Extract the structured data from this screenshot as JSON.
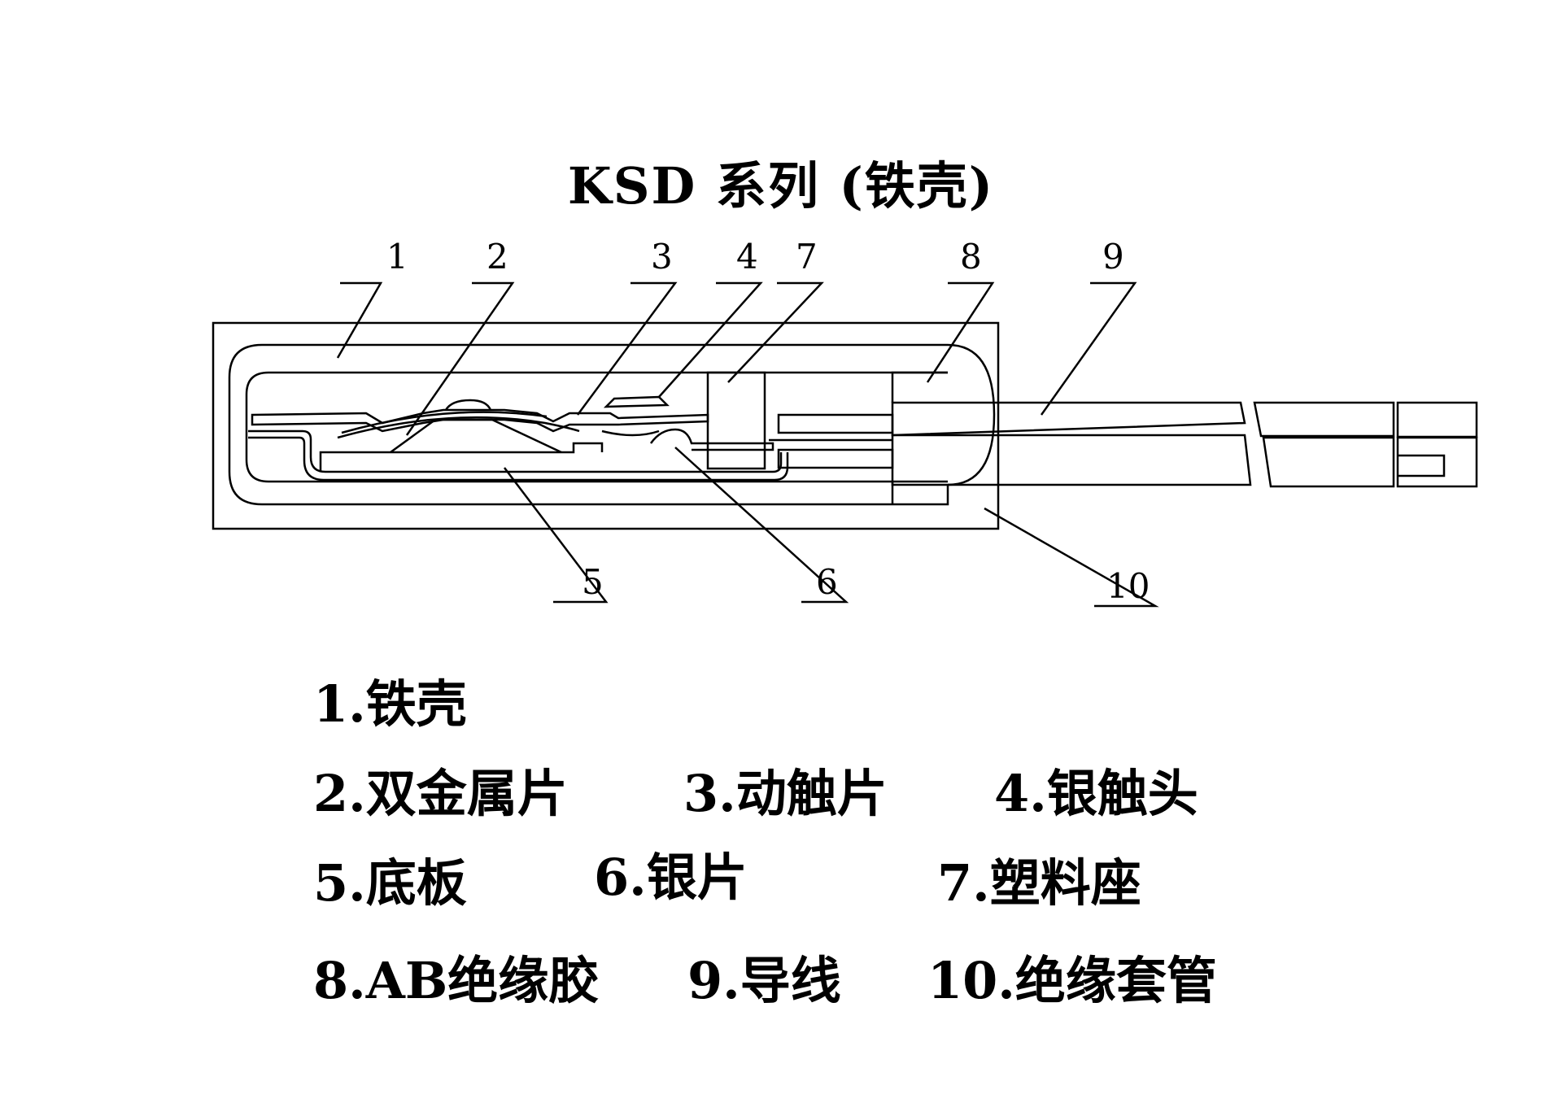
{
  "title": "KSD 系列 (铁壳)",
  "callouts": [
    "1",
    "2",
    "3",
    "4",
    "7",
    "8",
    "9",
    "5",
    "6",
    "10"
  ],
  "legend": [
    "1.铁壳",
    "2.双金属片",
    "3.动触片",
    "4.银触头",
    "5.底板",
    "6.银片",
    "7.塑料座",
    "8.AB绝缘胶",
    "9.导线",
    "10.绝缘套管"
  ]
}
